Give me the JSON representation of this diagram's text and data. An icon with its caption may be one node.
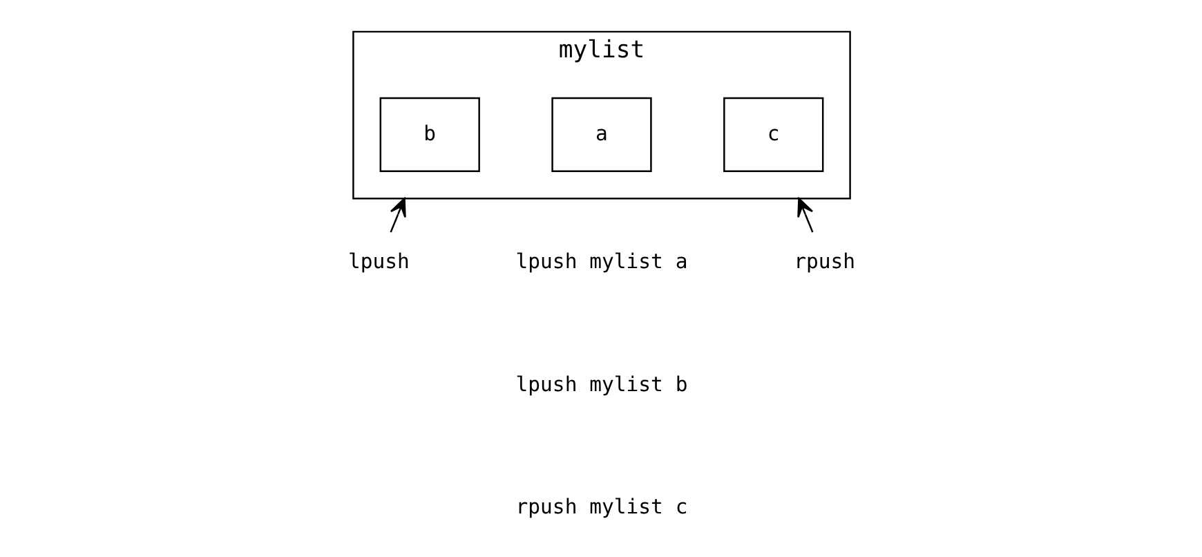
{
  "diagram": {
    "nodes": [
      {
        "text": [
          "mylist"
        ]
      },
      {
        "text": [
          "b"
        ],
        "in": 0
      },
      {
        "text": [
          "a"
        ],
        "in": 0
      },
      {
        "text": [
          "c"
        ],
        "in": 0
      },
      {
        "text": [
          "lpush"
        ]
      },
      {
        "text": [
          "rpush"
        ]
      }
    ],
    "edges": [
      {
        "from": 4,
        "to": 0,
        "arrow": "to"
      },
      {
        "from": 5,
        "to": 0,
        "arrow": "to"
      }
    ],
    "labels": [
      "lpush mylist a",
      "lpush mylist b",
      "rpush mylist c"
    ]
  }
}
